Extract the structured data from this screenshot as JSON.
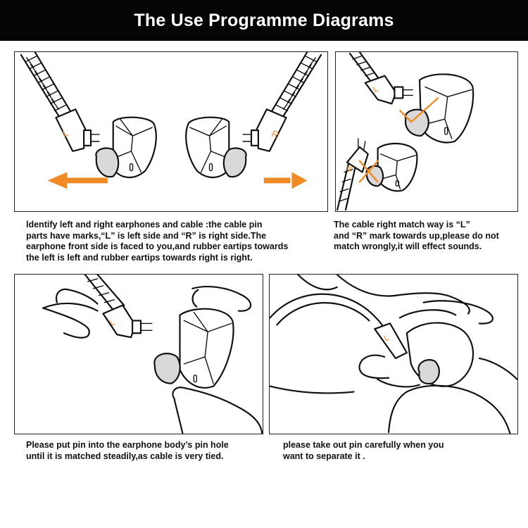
{
  "header": {
    "title": "The Use Programme Diagrams"
  },
  "colors": {
    "header_bg": "#050505",
    "accent": "#f08a24",
    "line": "#111111"
  },
  "panels": [
    {
      "marks": {
        "left": "L",
        "right": "R"
      },
      "caption_lines": [
        "ldentify left and right earphones and cable :the cable pin",
        "parts have marks,“L” is left side and “R” is right side.The",
        "earphone front side is faced to you,and rubber eartips towards",
        "the left is left and rubber eartips towards right is right."
      ]
    },
    {
      "marks": {
        "top": "L",
        "bottom": "R"
      },
      "caption_lines": [
        "The cable right match way is “L”",
        "and “R” mark towards up,please do not",
        "match wrongly,it will effect sounds."
      ]
    },
    {
      "marks": {
        "cable": "L"
      },
      "caption_lines": [
        "Please put pin into the earphone body’s pin hole",
        "until it is matched steadily,as cable is very tied."
      ]
    },
    {
      "marks": {
        "cable": "L"
      },
      "caption_lines": [
        "please take out pin carefully when you",
        "want to separate it ."
      ]
    }
  ]
}
